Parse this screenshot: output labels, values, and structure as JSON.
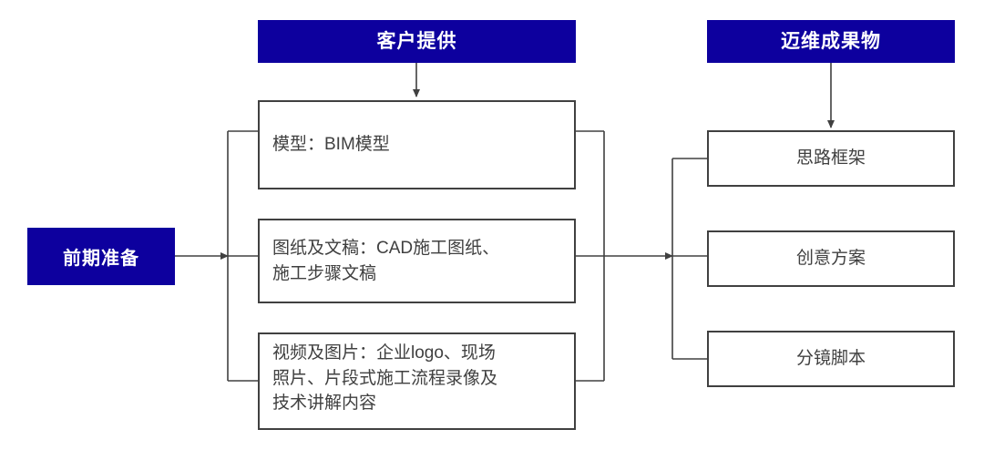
{
  "diagram": {
    "title": "",
    "colors": {
      "header_fill": "#0d009e",
      "header_text": "#ffffff",
      "box_border": "#404040",
      "box_text": "#404040",
      "connector": "#404040",
      "background": "#ffffff"
    },
    "headers": [
      {
        "id": "client-provided",
        "label": "客户提供"
      },
      {
        "id": "maiwei-deliverables",
        "label": "迈维成果物"
      }
    ],
    "stage": {
      "id": "preliminary-preparation",
      "label": "前期准备"
    },
    "inputs": [
      {
        "id": "model",
        "label": "模型：BIM模型"
      },
      {
        "id": "drawings-documents",
        "label": "图纸及文稿：CAD施工图纸、\n施工步骤文稿"
      },
      {
        "id": "video-images",
        "label": "视频及图片：企业logo、现场\n照片、片段式施工流程录像及\n技术讲解内容"
      }
    ],
    "outputs": [
      {
        "id": "framework",
        "label": "思路框架"
      },
      {
        "id": "creative-plan",
        "label": "创意方案"
      },
      {
        "id": "storyboard-script",
        "label": "分镜脚本"
      }
    ]
  }
}
